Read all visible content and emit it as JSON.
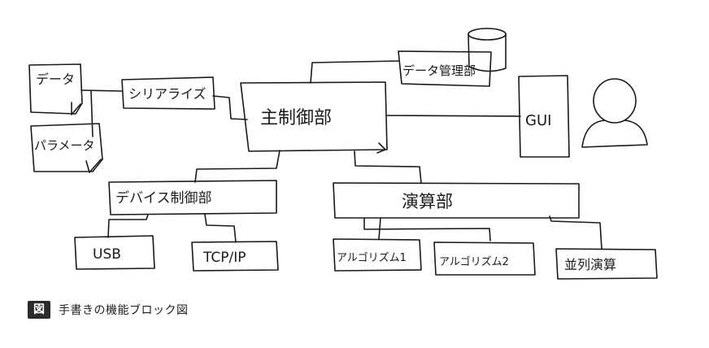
{
  "diagram": {
    "nodes": {
      "data": "データ",
      "params": "パラメータ",
      "serialize": "シリアライズ",
      "main_control": "主制御部",
      "data_mgmt": "データ管理部",
      "gui": "GUI",
      "device_control": "デバイス制御部",
      "compute": "演算部",
      "usb": "USB",
      "tcpip": "TCP/IP",
      "algo1": "アルゴリズム1",
      "algo2": "アルゴリズム2",
      "parallel": "並列演算"
    },
    "edges": [
      [
        "data",
        "serialize"
      ],
      [
        "params",
        "serialize"
      ],
      [
        "serialize",
        "main_control"
      ],
      [
        "main_control",
        "data_mgmt"
      ],
      [
        "main_control",
        "gui"
      ],
      [
        "main_control",
        "device_control"
      ],
      [
        "main_control",
        "compute"
      ],
      [
        "device_control",
        "usb"
      ],
      [
        "device_control",
        "tcpip"
      ],
      [
        "compute",
        "algo1"
      ],
      [
        "compute",
        "algo2"
      ],
      [
        "compute",
        "parallel"
      ]
    ],
    "icons": [
      "database-icon",
      "user-icon"
    ]
  },
  "caption": {
    "badge": "図",
    "text": "手書きの機能ブロック図"
  }
}
